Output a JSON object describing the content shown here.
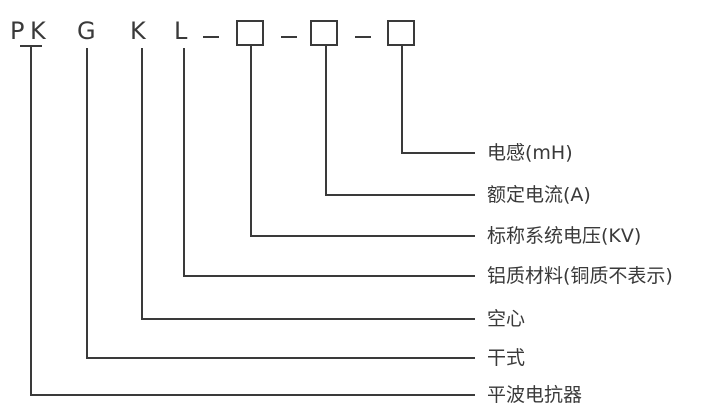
{
  "model_code": {
    "letters": [
      "P",
      "K",
      "G",
      "K",
      "L"
    ],
    "separators": [
      "-",
      "-",
      "-"
    ]
  },
  "labels": [
    "电感(mH)",
    "额定电流(A)",
    "标称系统电压(KV)",
    "铝质材料(铜质不表示)",
    "空心",
    "干式",
    "平波电抗器"
  ],
  "colors": {
    "line": "#3a3a3a",
    "text": "#3a3a3a",
    "background": "#ffffff"
  }
}
